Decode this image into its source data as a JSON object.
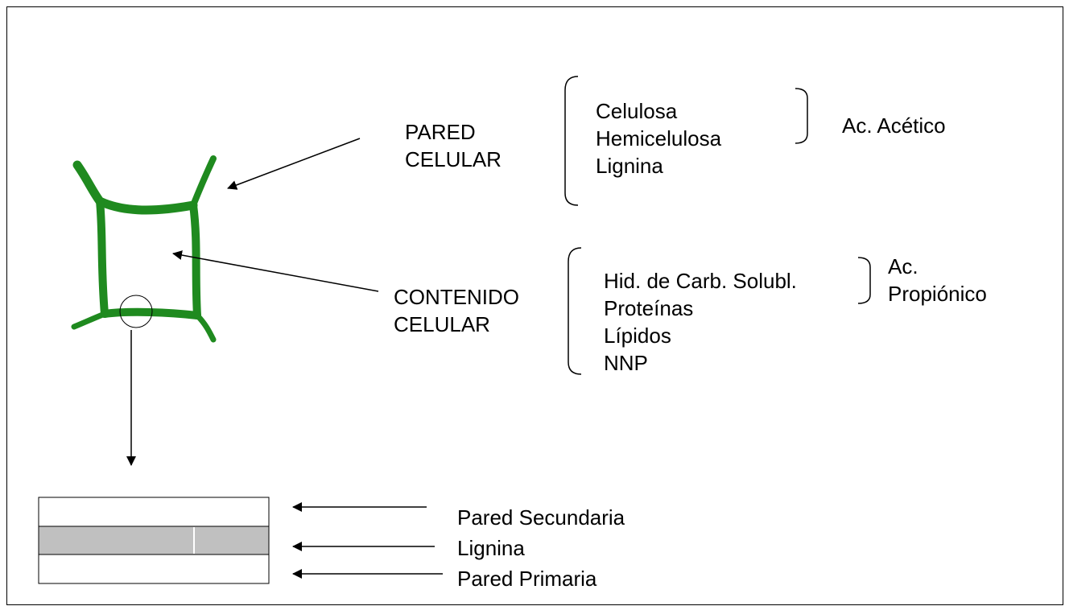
{
  "pared_celular": {
    "line1": "PARED",
    "line2": "CELULAR"
  },
  "contenido_celular": {
    "line1": "CONTENIDO",
    "line2": "CELULAR"
  },
  "wall_components": [
    "Celulosa",
    "Hemicelulosa",
    "Lignina"
  ],
  "wall_product": "Ac. Acético",
  "content_components": [
    "Hid. de Carb. Solubl.",
    "Proteínas",
    "Lípidos",
    "NNP"
  ],
  "content_product": {
    "line1": "Ac.",
    "line2": "Propiónico"
  },
  "layers": [
    "Pared Secundaria",
    "Lignina",
    "Pared Primaria"
  ],
  "colors": {
    "cell_wall": "#1f8a1f",
    "lignin_layer": "#c0c0c0"
  }
}
